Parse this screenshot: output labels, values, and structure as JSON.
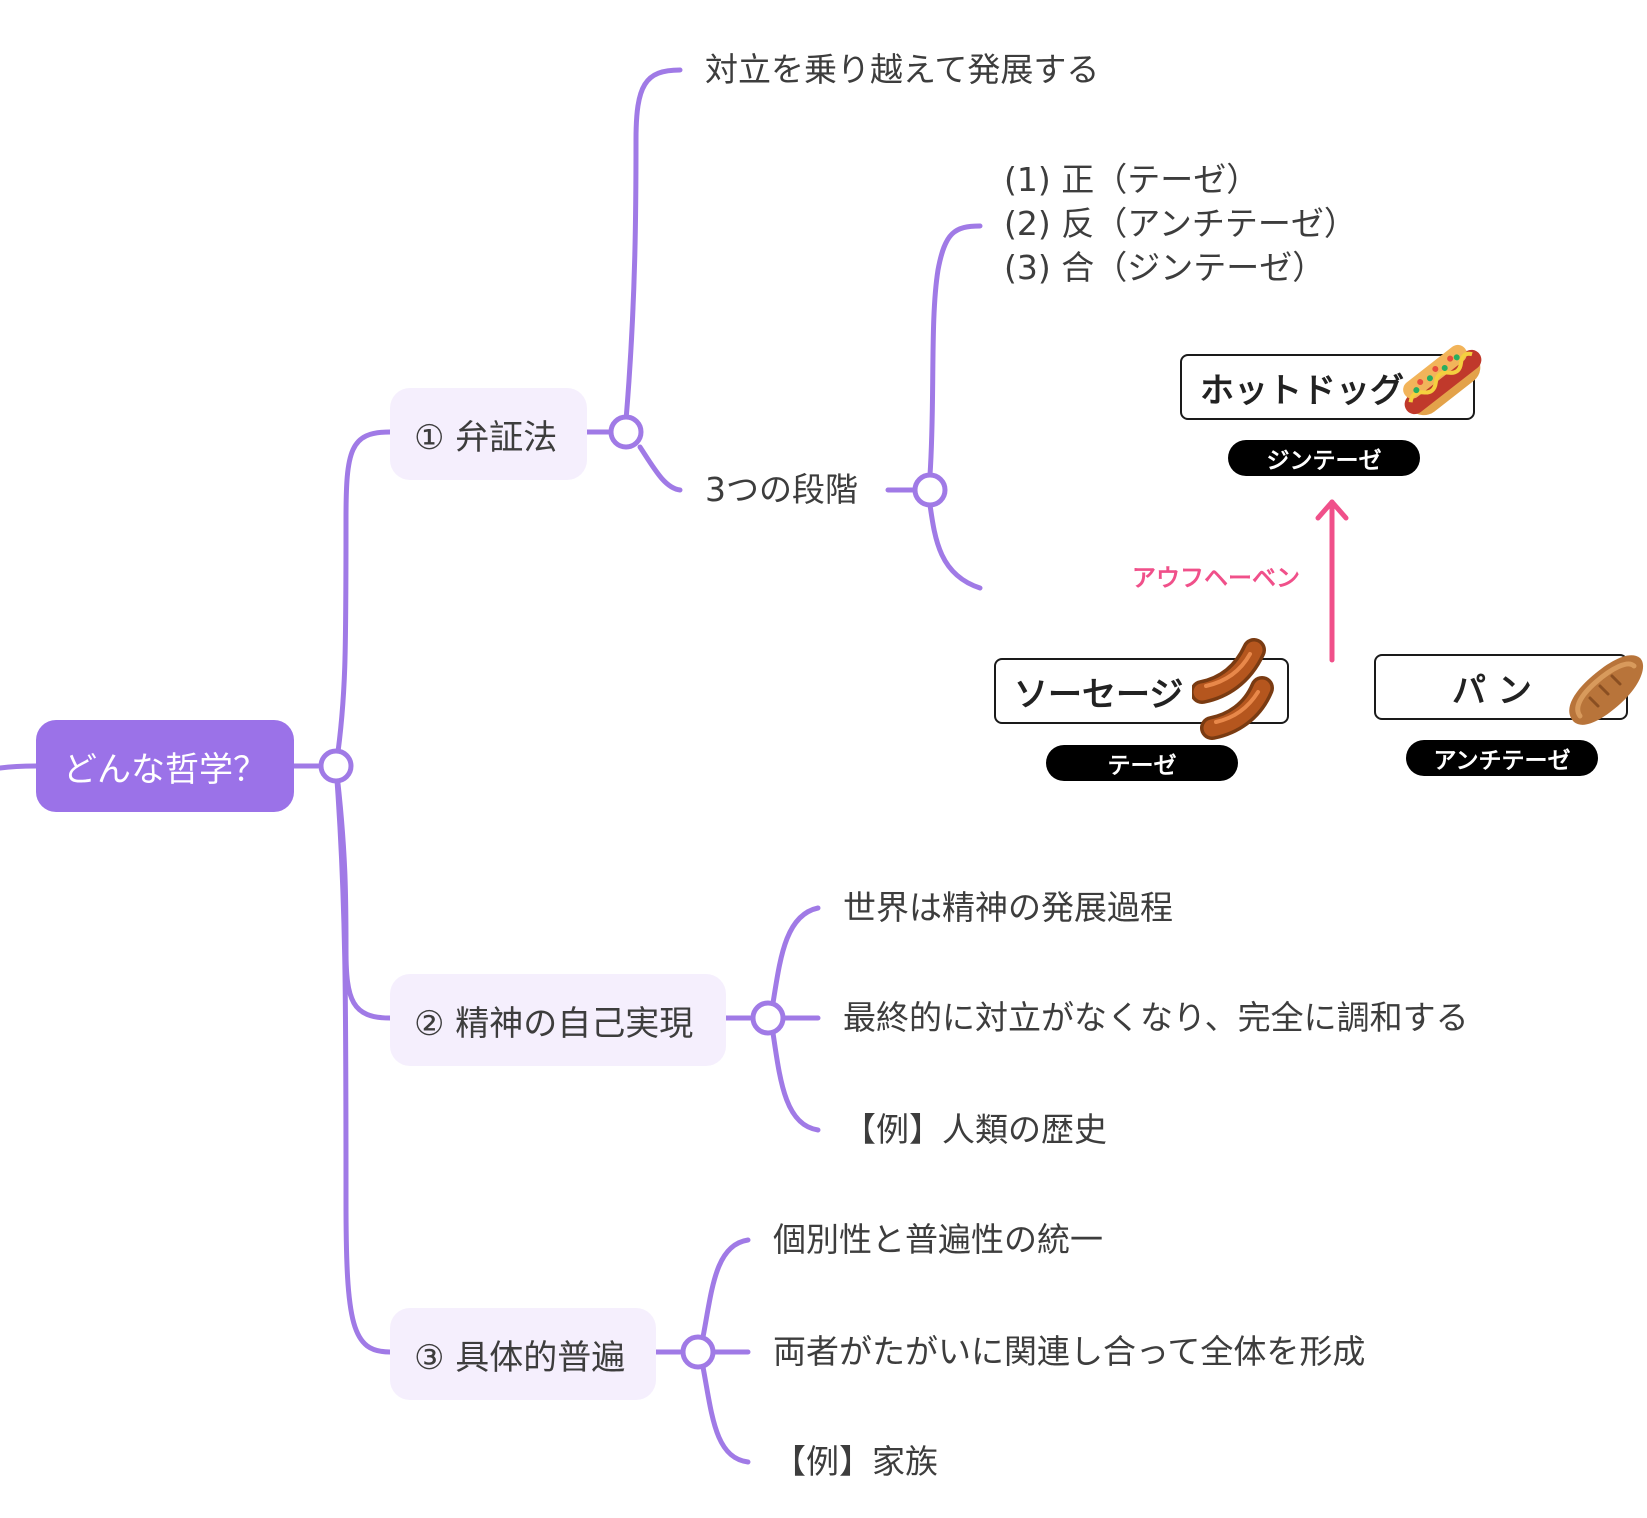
{
  "root": {
    "label": "どんな哲学？"
  },
  "branches": [
    {
      "label": "① 弁証法",
      "children": [
        {
          "label": "対立を乗り越えて発展する"
        },
        {
          "label": "3つの段階",
          "stages": [
            "(1) 正（テーゼ）",
            "(2) 反（アンチテーゼ）",
            "(3) 合（ジンテーゼ）"
          ],
          "illustration": {
            "synthesis": {
              "box": "ホットドッグ",
              "tag": "ジンテーゼ"
            },
            "arrow_label": "アウフヘーベン",
            "thesis": {
              "box": "ソーセージ",
              "tag": "テーゼ"
            },
            "antithesis": {
              "box": "パ ン",
              "tag": "アンチテーゼ"
            },
            "icons": [
              "hotdog-icon",
              "sausage-icon",
              "bread-icon"
            ]
          }
        }
      ]
    },
    {
      "label": "② 精神の自己実現",
      "children": [
        {
          "label": "世界は精神の発展過程"
        },
        {
          "label": "最終的に対立がなくなり、完全に調和する"
        },
        {
          "label": "【例】人類の歴史"
        }
      ]
    },
    {
      "label": "③ 具体的普遍",
      "children": [
        {
          "label": "個別性と普遍性の統一"
        },
        {
          "label": "両者がたがいに関連し合って全体を形成"
        },
        {
          "label": "【例】家族"
        }
      ]
    }
  ],
  "colors": {
    "line": "#a07ae6",
    "root_fill": "#9b72e8",
    "branch_fill": "#f5effd",
    "arrow": "#f0508a"
  }
}
